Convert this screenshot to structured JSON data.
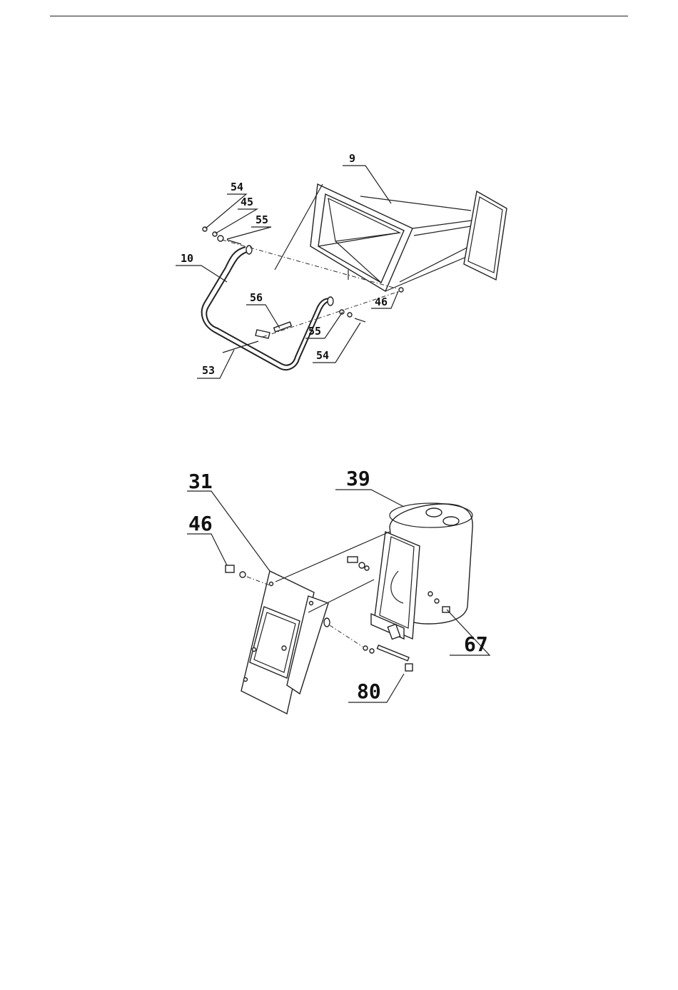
{
  "diagram_top": {
    "callouts": [
      "54",
      "45",
      "55",
      "10",
      "9",
      "56",
      "46",
      "55",
      "54",
      "53"
    ]
  },
  "diagram_bottom": {
    "callouts": [
      "31",
      "46",
      "39",
      "67",
      "80"
    ]
  }
}
